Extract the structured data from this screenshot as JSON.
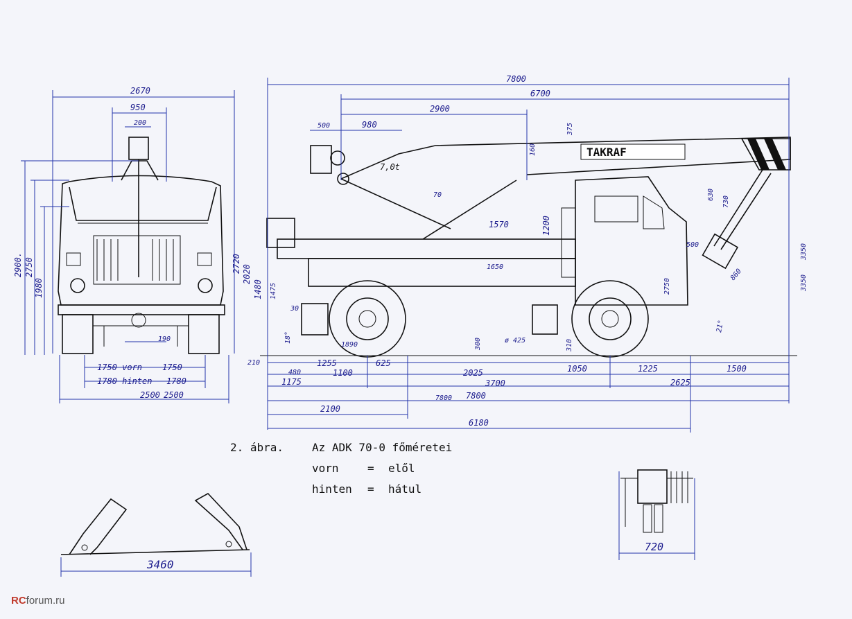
{
  "caption": {
    "line1_num": "2. ábra.",
    "line1_text": "Az ADK 70-0 főméretei",
    "line2_a": "vorn",
    "line2_eq": "=",
    "line2_b": "elől",
    "line3_a": "hinten",
    "line3_eq": "=",
    "line3_b": "hátul"
  },
  "brand_on_boom": "TAKRAF",
  "load_mark": "7,0t",
  "watermark": {
    "prefix": "RC",
    "suffix": "forum.ru"
  },
  "front_view_dims": {
    "overall_width": "2670",
    "d950": "950",
    "d200": "200",
    "h2900": "2900.",
    "h2750": "2750",
    "h1980": "1980",
    "d190": "190",
    "track_front_a": "1750 vorn",
    "track_front_b": "1750",
    "track_rear_a": "1780 hinten",
    "track_rear_b": "1780",
    "width_a": "2500",
    "width_b": "2500"
  },
  "side_view_dims": {
    "overall_length": "7800",
    "d6700": "6700",
    "d2900": "2900",
    "d500": "500",
    "d980": "980",
    "d375": "375",
    "d160": "160",
    "d70": "70",
    "d1570": "1570",
    "d1200": "1200",
    "d1650": "1650",
    "d630": "630",
    "d730": "730",
    "d500b": "500",
    "d860": "860",
    "d3350": "3350",
    "d3350b": "3350",
    "d2750": "2750",
    "d2720": "2720",
    "d2020": "2020",
    "d1480": "1480",
    "d1475": "1475",
    "d30": "30",
    "d18": "18°",
    "d1890": "1890",
    "d300": "300",
    "d425": "ø 425",
    "d310": "310",
    "d21": "21°",
    "d210": "210",
    "d480": "480",
    "d1255": "1255",
    "d625": "625",
    "d1175": "1175",
    "d1100": "1100",
    "d2025": "2025",
    "d3700": "3700",
    "d1050": "1050",
    "d1225": "1225",
    "d1500": "1500",
    "d2625": "2625",
    "d7800a": "7800",
    "d7800b": "7800",
    "d2100": "2100",
    "d6180": "6180"
  },
  "detail_dims": {
    "outrigger_span": "3460",
    "detail_width": "720"
  }
}
